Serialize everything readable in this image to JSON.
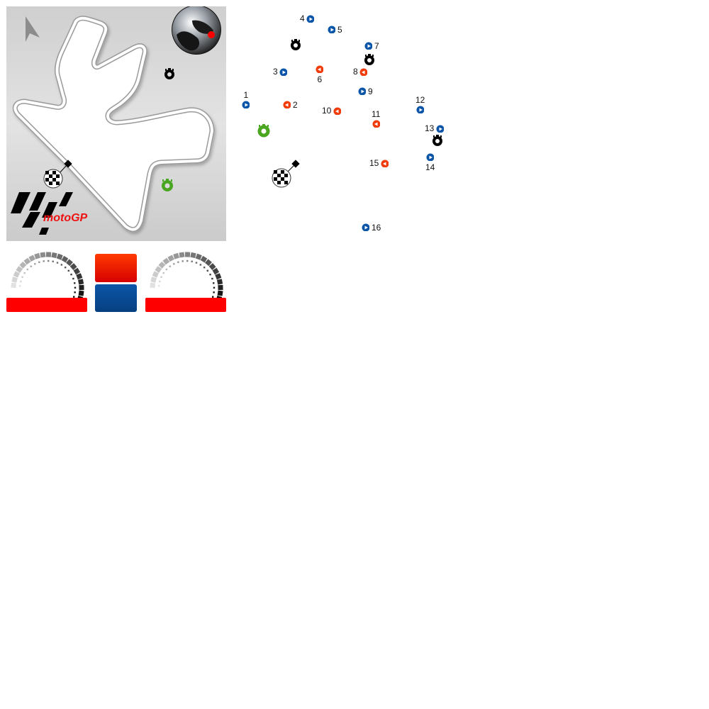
{
  "map": {
    "north_arrow": "north-arrow-icon",
    "globe": "globe-icon",
    "logo_text": "motoGP",
    "start_finish": "checkered-flag-icon",
    "timers": [
      {
        "name": "sector-timer",
        "color": "#000000"
      },
      {
        "name": "pit-timer",
        "color": "#4aa520"
      }
    ]
  },
  "corners": [
    {
      "num": "1",
      "dir": "right",
      "color": "#0b55a8"
    },
    {
      "num": "2",
      "dir": "left",
      "color": "#f03c0a"
    },
    {
      "num": "3",
      "dir": "right",
      "color": "#0b55a8"
    },
    {
      "num": "4",
      "dir": "right",
      "color": "#0b55a8"
    },
    {
      "num": "5",
      "dir": "right",
      "color": "#0b55a8"
    },
    {
      "num": "6",
      "dir": "left",
      "color": "#f03c0a"
    },
    {
      "num": "7",
      "dir": "right",
      "color": "#0b55a8"
    },
    {
      "num": "8",
      "dir": "left",
      "color": "#f03c0a"
    },
    {
      "num": "9",
      "dir": "right",
      "color": "#0b55a8"
    },
    {
      "num": "10",
      "dir": "left",
      "color": "#f03c0a"
    },
    {
      "num": "11",
      "dir": "left",
      "color": "#f03c0a"
    },
    {
      "num": "12",
      "dir": "right",
      "color": "#0b55a8"
    },
    {
      "num": "13",
      "dir": "right",
      "color": "#0b55a8"
    },
    {
      "num": "14",
      "dir": "right",
      "color": "#0b55a8"
    },
    {
      "num": "15",
      "dir": "left",
      "color": "#f03c0a"
    },
    {
      "num": "16",
      "dir": "right",
      "color": "#0b55a8"
    }
  ],
  "colors": {
    "right_turn": "#0b55a8",
    "left_turn": "#f03c0a",
    "red_bar": "#ff0000",
    "pit_green": "#4aa520"
  },
  "legend": {
    "left_swatch": "left-turn-swatch",
    "right_swatch": "right-turn-swatch"
  }
}
